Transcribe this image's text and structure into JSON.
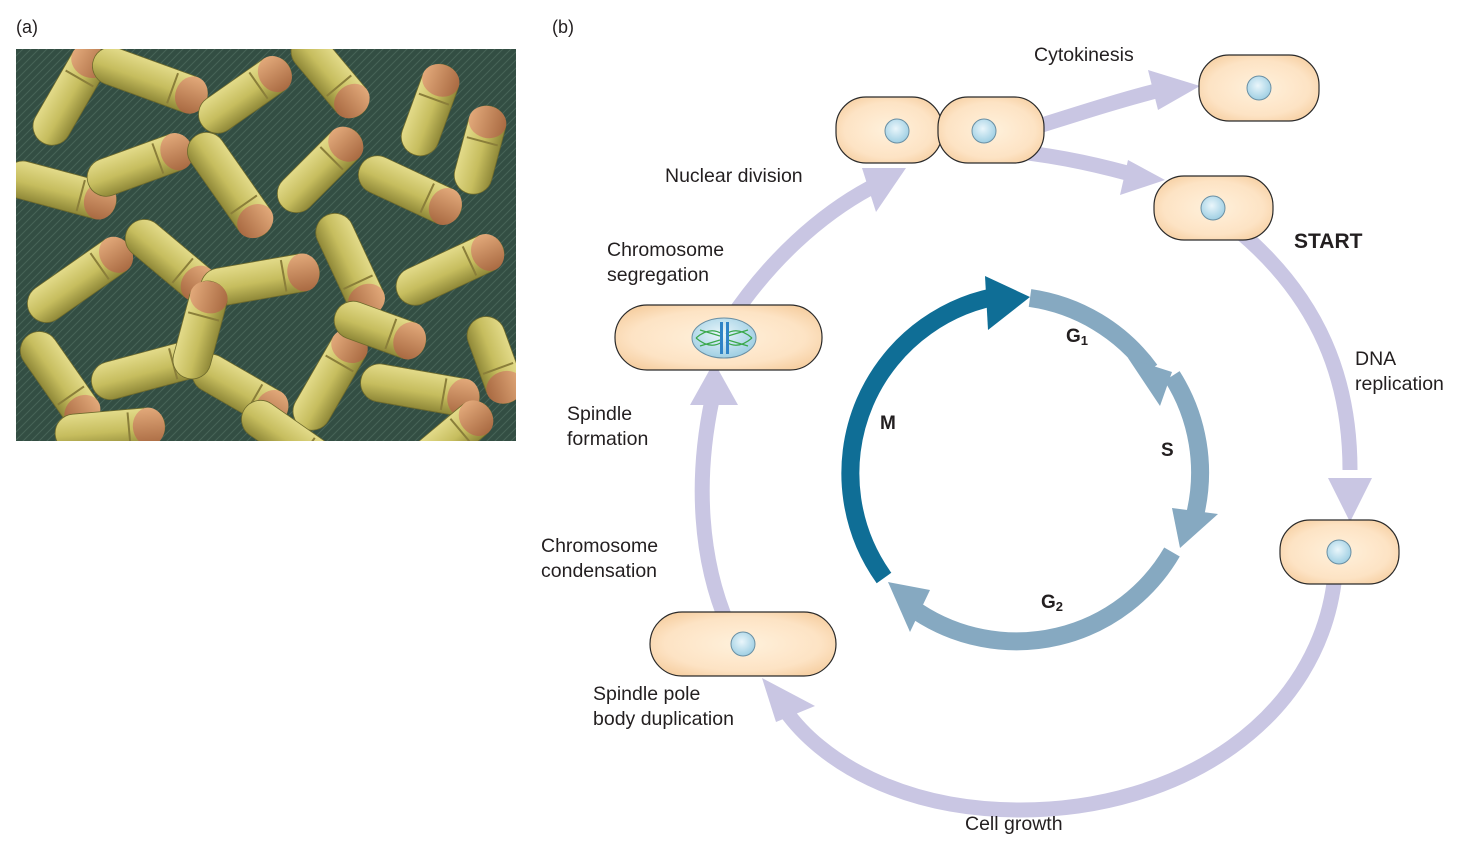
{
  "panels": {
    "a": "(a)",
    "b": "(b)"
  },
  "micrograph": {
    "icon": "yeast-micrograph-image",
    "colors": {
      "background": "#3f5a4c",
      "cell_body": "#c9c26a",
      "cell_cap": "#c98a5c"
    }
  },
  "labels": {
    "cytokinesis": "Cytokinesis",
    "nuclear_division": "Nuclear division",
    "start": "START",
    "chromosome_segregation": [
      "Chromosome",
      "segregation"
    ],
    "dna_replication": [
      "DNA",
      "replication"
    ],
    "spindle_formation": [
      "Spindle",
      "formation"
    ],
    "chromosome_condensation": [
      "Chromosome",
      "condensation"
    ],
    "spindle_pole": [
      "Spindle pole",
      "body duplication"
    ],
    "cell_growth": "Cell growth"
  },
  "phases": {
    "g1": {
      "letter": "G",
      "sub": "1"
    },
    "s": {
      "letter": "S"
    },
    "g2": {
      "letter": "G",
      "sub": "2"
    },
    "m": {
      "letter": "M"
    }
  },
  "colors": {
    "outer_arrow": "#c9c6e3",
    "m_phase": "#0f6e96",
    "interphase": "#86a9c1",
    "cell_fill": "#fde3c4",
    "cell_outline": "#2a2a2a",
    "nucleus": "#bfe0ef",
    "spindle_green": "#3aa84b"
  }
}
